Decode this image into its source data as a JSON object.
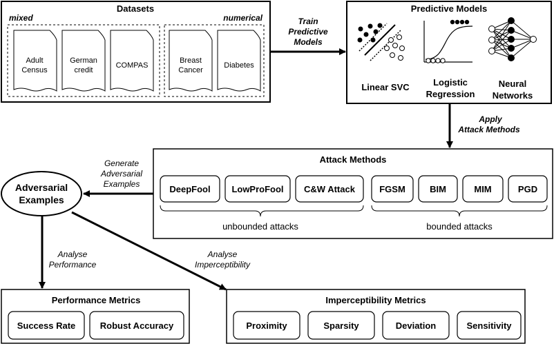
{
  "datasets": {
    "title": "Datasets",
    "mixed_label": "mixed",
    "numerical_label": "numerical",
    "docs": {
      "adult_l1": "Adult",
      "adult_l2": "Census",
      "german_l1": "German",
      "german_l2": "credit",
      "compas": "COMPAS",
      "breast_l1": "Breast",
      "breast_l2": "Cancer",
      "diabetes": "Diabetes"
    }
  },
  "train_label": {
    "l1": "Train",
    "l2": "Predictive",
    "l3": "Models"
  },
  "predictive": {
    "title": "Predictive Models",
    "svc": "Linear SVC",
    "logistic_l1": "Logistic",
    "logistic_l2": "Regression",
    "neural_l1": "Neural",
    "neural_l2": "Networks"
  },
  "apply_label": {
    "l1": "Apply",
    "l2": "Attack Methods"
  },
  "attacks": {
    "title": "Attack Methods",
    "methods": [
      "DeepFool",
      "LowProFool",
      "C&W Attack",
      "FGSM",
      "BIM",
      "MIM",
      "PGD"
    ],
    "unbounded": "unbounded attacks",
    "bounded": "bounded attacks"
  },
  "generate_label": {
    "l1": "Generate",
    "l2": "Adversarial",
    "l3": "Examples"
  },
  "adversarial": {
    "l1": "Adversarial",
    "l2": "Examples"
  },
  "analyse_perf": {
    "l1": "Analyse",
    "l2": "Performance"
  },
  "analyse_imp": {
    "l1": "Analyse",
    "l2": "Imperceptibility"
  },
  "performance": {
    "title": "Performance Metrics",
    "items": [
      "Success Rate",
      "Robust Accuracy"
    ]
  },
  "imperceptibility": {
    "title": "Imperceptibility Metrics",
    "items": [
      "Proximity",
      "Sparsity",
      "Deviation",
      "Sensitivity"
    ]
  }
}
